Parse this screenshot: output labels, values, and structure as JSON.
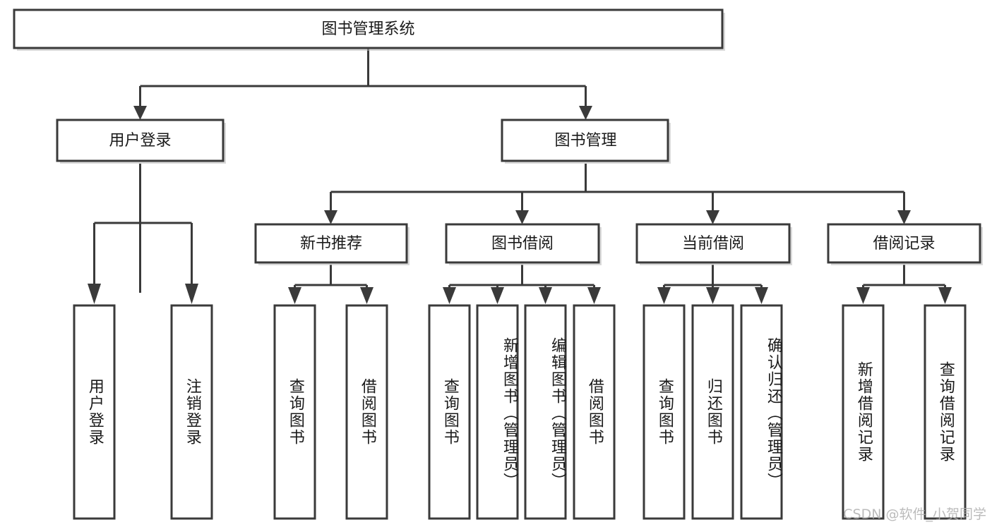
{
  "diagram": {
    "title_node": {
      "label": "图书管理系统"
    },
    "level2": [
      {
        "id": "user-login",
        "label": "用户登录"
      },
      {
        "id": "book-management",
        "label": "图书管理"
      }
    ],
    "level3": [
      {
        "id": "new-book-recommend",
        "label": "新书推荐"
      },
      {
        "id": "book-borrow",
        "label": "图书借阅"
      },
      {
        "id": "current-borrow",
        "label": "当前借阅"
      },
      {
        "id": "borrow-record",
        "label": "借阅记录"
      }
    ],
    "leaves": [
      {
        "id": "leaf-user-login",
        "label": "用户登录",
        "parent": "user-login"
      },
      {
        "id": "leaf-logout",
        "label": "注销登录",
        "parent": "user-login"
      },
      {
        "id": "leaf-query-book-1",
        "label": "查询图书",
        "parent": "new-book-recommend"
      },
      {
        "id": "leaf-borrow-book-1",
        "label": "借阅图书",
        "parent": "new-book-recommend"
      },
      {
        "id": "leaf-query-book-2",
        "label": "查询图书",
        "parent": "book-borrow"
      },
      {
        "id": "leaf-add-book",
        "label": "新增图书（管理员）",
        "parent": "book-borrow"
      },
      {
        "id": "leaf-edit-book",
        "label": "编辑图书（管理员）",
        "parent": "book-borrow"
      },
      {
        "id": "leaf-borrow-book-2",
        "label": "借阅图书",
        "parent": "book-borrow"
      },
      {
        "id": "leaf-query-book-3",
        "label": "查询图书",
        "parent": "current-borrow"
      },
      {
        "id": "leaf-return-book",
        "label": "归还图书",
        "parent": "current-borrow"
      },
      {
        "id": "leaf-confirm-return",
        "label": "确认归还（管理员）",
        "parent": "current-borrow"
      },
      {
        "id": "leaf-add-record",
        "label": "新增借阅记录",
        "parent": "borrow-record"
      },
      {
        "id": "leaf-query-record",
        "label": "查询借阅记录",
        "parent": "borrow-record"
      }
    ]
  },
  "watermark": {
    "text": "CSDN @软件_小贺同学"
  },
  "colors": {
    "box_stroke": "#3a3a3a",
    "box_fill": "#ffffff",
    "text": "#1a1a1a",
    "background": "#ffffff",
    "watermark": "#b0b0b0"
  }
}
